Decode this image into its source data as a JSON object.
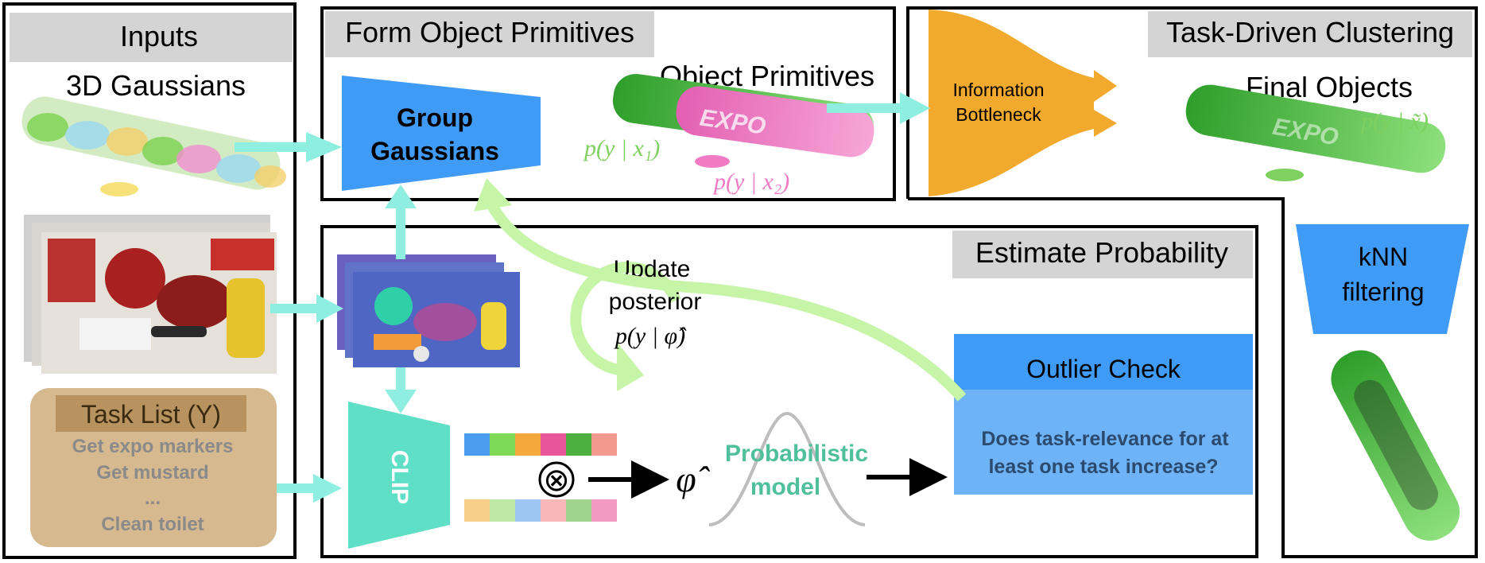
{
  "inputs": {
    "title": "Inputs",
    "gaussians_label": "3D Gaussians",
    "task_list": {
      "title": "Task List (Y)",
      "items": [
        "Get expo markers",
        "Get mustard",
        "...",
        "Clean toilet"
      ]
    }
  },
  "primitives": {
    "title": "Form Object Primitives",
    "group_label_line1": "Group",
    "group_label_line2": "Gaussians",
    "object_primitives_label": "Object Primitives",
    "p_x1": "p(y | x₁)",
    "p_x2": "p(y | x₂)"
  },
  "clustering": {
    "title": "Task-Driven Clustering",
    "bottleneck_line1": "Information",
    "bottleneck_line2": "Bottleneck",
    "final_objects_label": "Final Objects",
    "p_xtilde": "p(y | x̃)",
    "knn_line1": "kNN",
    "knn_line2": "filtering"
  },
  "estimate": {
    "title": "Estimate Probability",
    "update_line1": "Update",
    "update_line2": "posterior",
    "update_formula": "p(y | φ̂)",
    "clip_label": "CLIP",
    "otimes": "⊗",
    "phi_hat": "φ̂",
    "prob_line1": "Probabilistic",
    "prob_line2": "model",
    "outlier_title": "Outlier Check",
    "outlier_q_line1": "Does task-relevance for at",
    "outlier_q_line2": "least one task increase?"
  },
  "colors": {
    "accent_blue": "#3f9bf5",
    "light_blue": "#6db3f6",
    "teal": "#5fe0c6",
    "arrow_teal": "#8eeee0",
    "arrow_green": "#c6f5a8",
    "orange": "#f2aa2e",
    "marker_green": "#4cc23a",
    "marker_pink": "#f07ac4",
    "task_box": "#d6b98e",
    "header_gray": "#d4d4d4"
  },
  "feature_colors_top": [
    "#4b9cf0",
    "#7ed957",
    "#f6a93b",
    "#e9559a",
    "#4caf3f",
    "#f29a8e"
  ],
  "feature_colors_bottom": [
    "#f7cf8a",
    "#bfe8a6",
    "#9cc7f5",
    "#f6b8b8",
    "#9ed48e",
    "#f29ac2"
  ]
}
